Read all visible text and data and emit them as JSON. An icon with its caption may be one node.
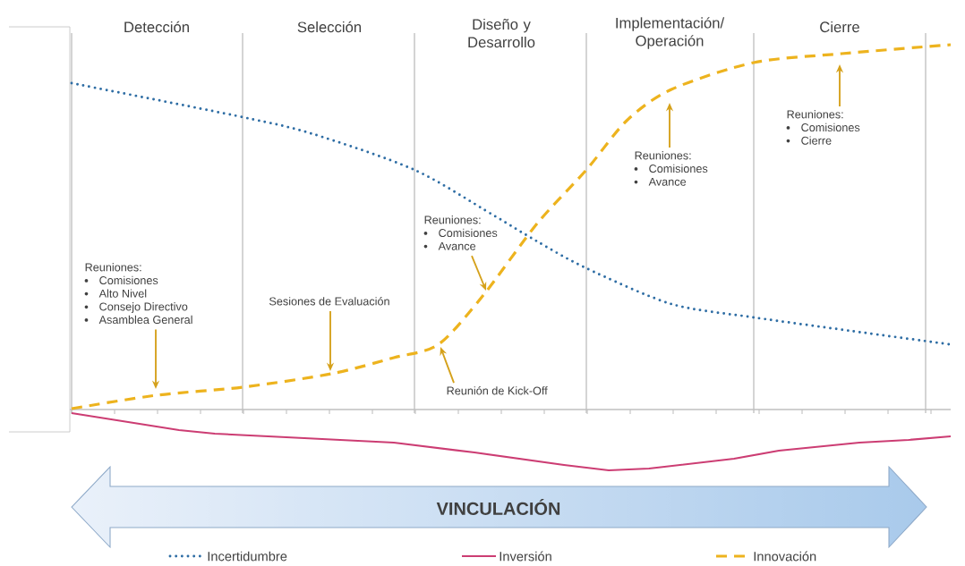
{
  "diagram": {
    "nodes": [
      {
        "text": [
          "Reuniones:",
          "Comisiones",
          "Alto Nivel",
          "Consejo Directivo",
          "Asamblea General"
        ]
      },
      {
        "text": [
          "Sesiones de Evaluación"
        ]
      },
      {
        "text": [
          "Reuniones:",
          "Comisiones",
          "Avance"
        ]
      },
      {
        "text": [
          "Reunión de Kick-Off"
        ]
      },
      {
        "text": [
          "Reuniones:",
          "Comisiones",
          "Avance"
        ]
      },
      {
        "text": [
          "Reuniones:",
          "Comisiones",
          "Cierre"
        ]
      },
      {
        "text": [
          "VINCULACIÓN"
        ]
      }
    ],
    "edges": [
      {
        "from": 0,
        "to": null,
        "arrow": "to"
      },
      {
        "from": 1,
        "to": null,
        "arrow": "to"
      },
      {
        "from": 2,
        "to": null,
        "arrow": "to"
      },
      {
        "from": 3,
        "to": null,
        "arrow": "to"
      },
      {
        "from": 4,
        "to": null,
        "arrow": "to"
      },
      {
        "from": 5,
        "to": null,
        "arrow": "to"
      }
    ],
    "labels": [
      "Detección",
      "Selección",
      "Diseño y Desarrollo",
      "Implementación/ Operación",
      "Cierre"
    ],
    "legend": [
      {
        "text": "Incertidumbre"
      },
      {
        "text": "Inversión"
      },
      {
        "text": "Innovación"
      }
    ]
  }
}
